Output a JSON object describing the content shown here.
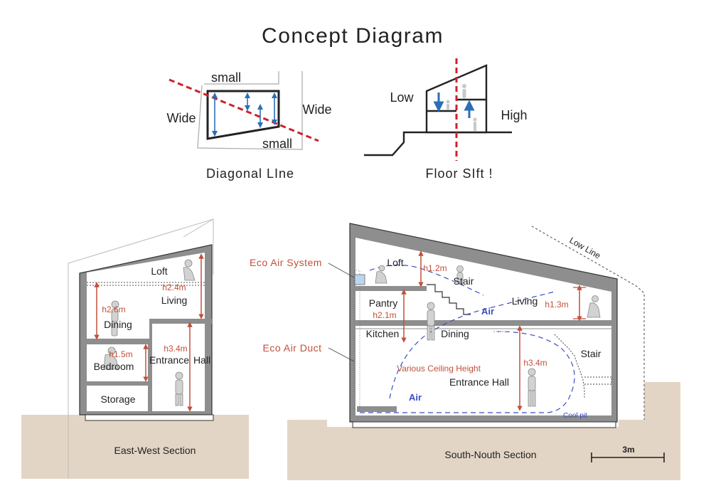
{
  "title": "Concept Diagram",
  "colors": {
    "red_text": "#c0503a",
    "red_dash": "#d0202a",
    "blue": "#2a6fb6",
    "air_blue": "#3a4fc0",
    "ground": "#e3d5c5",
    "wall": "#8e8e8e",
    "interior": "#ffffff",
    "figure": "#d2d2d2"
  },
  "concept_left": {
    "caption": "Diagonal LIne",
    "small_top": "small",
    "small_bottom": "small",
    "wide_left": "Wide",
    "wide_right": "Wide"
  },
  "concept_right": {
    "caption": "Floor SIft !",
    "low": "Low",
    "high": "High"
  },
  "ew_section": {
    "caption": "East-West Section",
    "loft": "Loft",
    "living": "Living",
    "dining": "Dining",
    "bedroom": "Bedroom",
    "storage": "Storage",
    "entrance_hall_a": "Entrance",
    "entrance_hall_b": "Hall",
    "h_loft": "h2.4m",
    "h_dining": "h2.6m",
    "h_bedroom": "h1.5m",
    "h_entrance": "h3.4m"
  },
  "sn_section": {
    "caption": "South-Nouth Section",
    "low_line": "Low Line",
    "eco_air_system": "Eco Air System",
    "eco_air_duct": "Eco Air Duct",
    "loft": "Loft",
    "stair_upper": "Stair",
    "stair_lower": "Stair",
    "living": "Living",
    "pantry": "Pantry",
    "kitchen": "Kitchen",
    "dining": "Dining",
    "entrance_hall": "Entrance  Hall",
    "various_ceiling": "Various Ceiling Height",
    "air_upper": "Air",
    "air_lower": "Air",
    "cool_pit": "Cool pit",
    "h_loft": "h1.2m",
    "h_pantry": "h2.1m",
    "h_living": "h1.3m",
    "h_entrance": "h3.4m",
    "scale": "3m"
  }
}
